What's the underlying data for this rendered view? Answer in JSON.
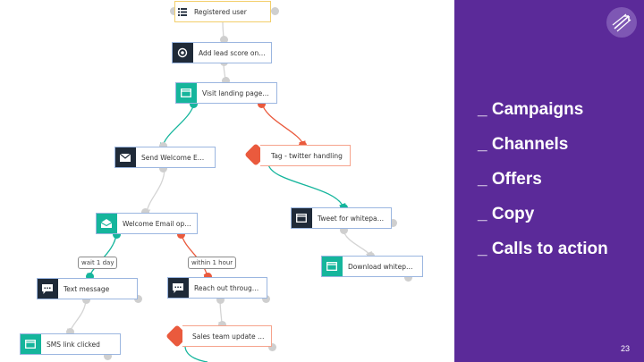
{
  "flow": {
    "nodes": [
      {
        "id": "registered",
        "label": "Registered user"
      },
      {
        "id": "lead_score",
        "label": "Add lead score on reg..."
      },
      {
        "id": "visit_landing",
        "label": "Visit landing page, ap..."
      },
      {
        "id": "welcome_email",
        "label": "Send Welcome Email"
      },
      {
        "id": "tag_twitter",
        "label": "Tag - twitter handling"
      },
      {
        "id": "welcome_opened",
        "label": "Welcome Email opened"
      },
      {
        "id": "tweet_whitepaper",
        "label": "Tweet for whitepaper ..."
      },
      {
        "id": "download_whitepaper",
        "label": "Download whitepaper"
      },
      {
        "id": "text_message",
        "label": "Text message"
      },
      {
        "id": "reach_out",
        "label": "Reach out through mu..."
      },
      {
        "id": "sms_clicked",
        "label": "SMS link clicked"
      },
      {
        "id": "sales_team",
        "label": "Sales team update for..."
      }
    ],
    "badges": {
      "wait": "wait 1 day",
      "within": "within 1 hour"
    }
  },
  "sidebar": {
    "items": [
      "_ Campaigns",
      "_ Channels",
      "_ Offers",
      "_ Copy",
      "_ Calls to action"
    ],
    "page_number": "23"
  },
  "colors": {
    "panel": "#5b2a99",
    "teal": "#15b59c",
    "red": "#ea5a3d",
    "dark": "#1f2a38"
  }
}
